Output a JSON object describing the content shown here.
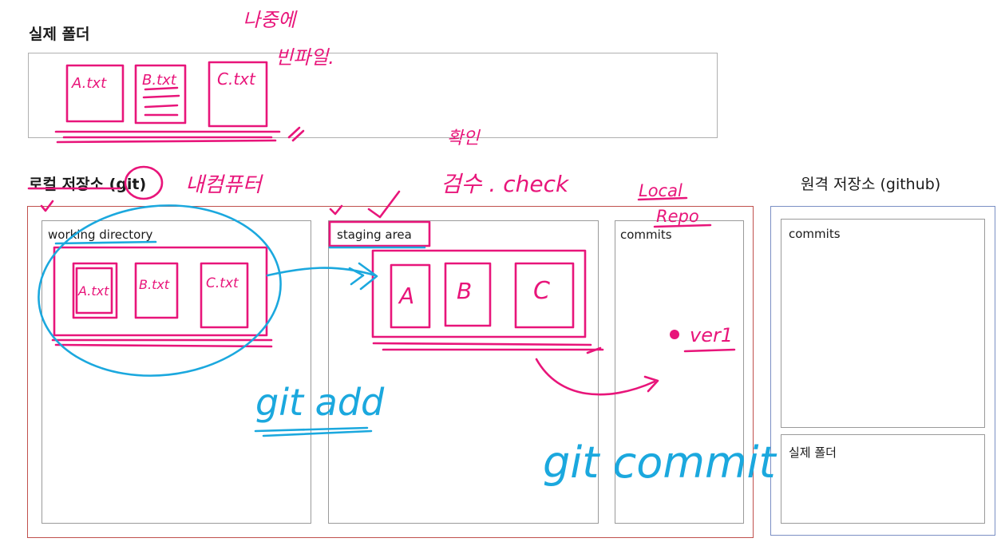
{
  "real_folder": {
    "title": "실제 폴더"
  },
  "local_repo": {
    "title": "로컬 저장소 (git)",
    "working_directory": "working directory",
    "staging_area": "staging area",
    "commits": "commits"
  },
  "remote_repo": {
    "title": "원격 저장소 (github)",
    "commits": "commits",
    "real_folder": "실제 폴더"
  },
  "annotations": {
    "later_empty_file": [
      "나중에",
      "빈파일."
    ],
    "my_computer": "내컴퓨터",
    "confirm_review_check": [
      "확인",
      "검수 . check"
    ],
    "local_repo_note": [
      "Local",
      "Repo"
    ],
    "real_files": [
      "A.txt",
      "B.txt",
      "C.txt"
    ],
    "wd_files": [
      "A.txt",
      "B.txt",
      "C.txt"
    ],
    "staged_files": [
      "A",
      "B",
      "C"
    ],
    "version": "ver1",
    "git_add": "git add",
    "git_commit": "git commit"
  },
  "colors": {
    "ink_pink": "#e8157a",
    "ink_blue": "#1ba8de",
    "local_border": "#c0504d",
    "remote_border": "#7b8fc4",
    "inner_border": "#9a9a9a"
  }
}
